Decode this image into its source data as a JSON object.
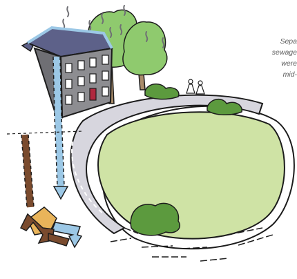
{
  "caption": {
    "lines": [
      "Sepa",
      "sewage",
      "were",
      "mid-"
    ]
  },
  "colors": {
    "roof": "#5d6189",
    "wall": "#8d8d91",
    "window": "#ffffff",
    "door": "#b0283e",
    "tree": "#8fca6e",
    "trunk": "#a98c6a",
    "lawn": "#cfe3a5",
    "road": "#d7d6de",
    "stormwater": "#9cc8e6",
    "sewage": "#7a4b2e",
    "bush": "#5c9a3e",
    "outline": "#1c1c1c"
  }
}
